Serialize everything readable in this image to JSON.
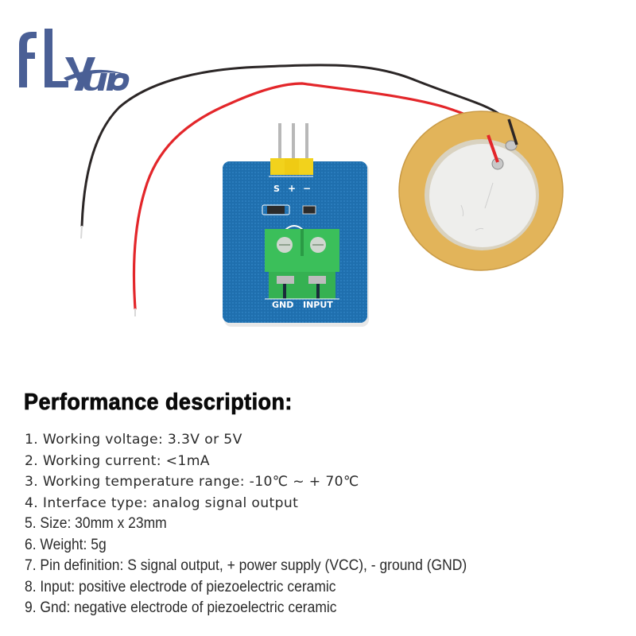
{
  "brand": {
    "logo_text_primary": "fly",
    "logo_text_secondary": "up",
    "logo_color": "#4a5f95"
  },
  "product_image": {
    "module": {
      "pin_labels": [
        "S",
        "+",
        "−"
      ],
      "terminal_labels": [
        "GND",
        "INPUT"
      ],
      "pcb_color": "#1f6fae",
      "header_color": "#f2d21c",
      "terminal_color": "#3bbf5a"
    },
    "piezo_disc": {
      "brass_color": "#e2b45a",
      "ceramic_color": "#eeeeec"
    },
    "wires": {
      "black": "#2b2626",
      "red": "#e3262a"
    }
  },
  "specs": {
    "title": "Performance description:",
    "items": [
      "1. Working voltage: 3.3V or 5V",
      "2. Working current: <1mA",
      "3. Working temperature range: -10℃ ~ + 70℃",
      "4. Interface type: analog signal output",
      "5. Size: 30mm x 23mm",
      "6. Weight: 5g",
      "7. Pin definition: S signal output, + power supply (VCC), - ground (GND)",
      "8. Input: positive electrode of piezoelectric ceramic",
      "9. Gnd: negative electrode of piezoelectric ceramic"
    ]
  }
}
